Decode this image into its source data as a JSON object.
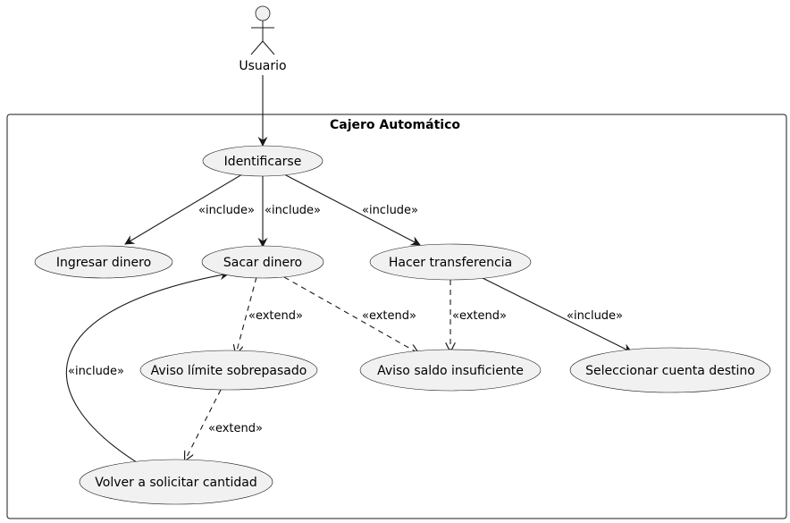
{
  "system": {
    "title": "Cajero Automático"
  },
  "actor": {
    "name": "Usuario"
  },
  "use_cases": {
    "identificarse": "Identificarse",
    "ingresar": "Ingresar dinero",
    "sacar": "Sacar dinero",
    "transferencia": "Hacer transferencia",
    "aviso_limite": "Aviso límite sobrepasado",
    "aviso_saldo": "Aviso saldo insuficiente",
    "seleccionar": "Seleccionar cuenta destino",
    "volver": "Volver a solicitar cantidad"
  },
  "relations": {
    "include": "«include»",
    "extend": "«extend»"
  }
}
